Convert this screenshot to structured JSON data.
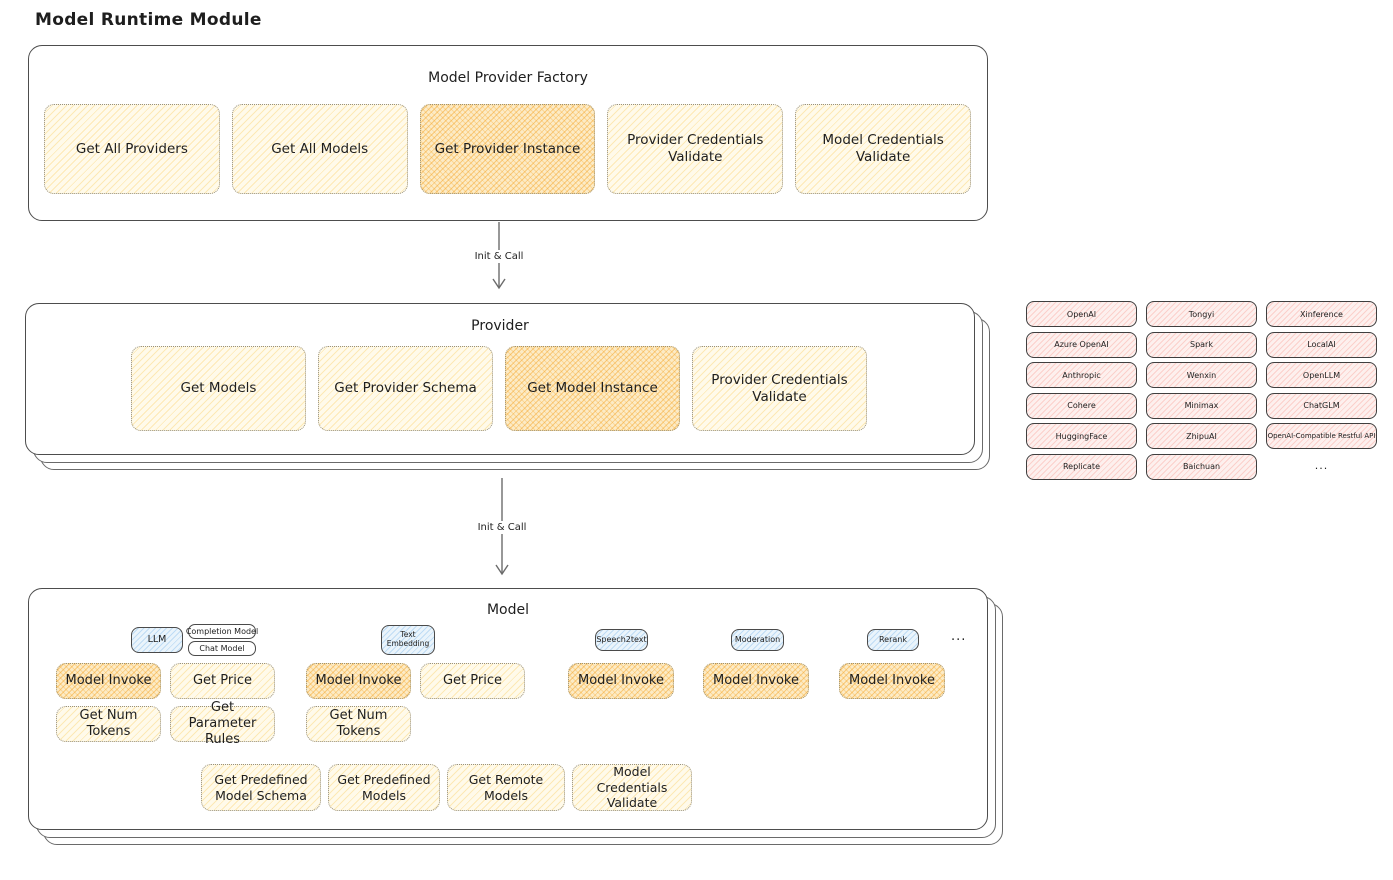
{
  "page": {
    "title": "Model Runtime Module"
  },
  "colors": {
    "yellow_fill": "#fdf5d7",
    "orange_highlight_fill": "#f8dfa8",
    "blue_tab_fill": "#ddeef8",
    "pink_provider_fill": "#fbe5e4",
    "box_border": "#4d4d4d",
    "text": "#1e1e1e"
  },
  "arrows": [
    {
      "label": "Init & Call"
    },
    {
      "label": "Init & Call"
    }
  ],
  "factory": {
    "title": "Model Provider Factory",
    "items": [
      {
        "label": "Get All Providers"
      },
      {
        "label": "Get All Models"
      },
      {
        "label": "Get Provider Instance"
      },
      {
        "label": "Provider Credentials Validate"
      },
      {
        "label": "Model Credentials Validate"
      }
    ]
  },
  "provider": {
    "title": "Provider",
    "items": [
      {
        "label": "Get Models"
      },
      {
        "label": "Get Provider Schema"
      },
      {
        "label": "Get Model Instance"
      },
      {
        "label": "Provider Credentials Validate"
      }
    ]
  },
  "provider_list": {
    "col1": [
      "OpenAI",
      "Azure OpenAI",
      "Anthropic",
      "Cohere",
      "HuggingFace",
      "Replicate"
    ],
    "col2": [
      "Tongyi",
      "Spark",
      "Wenxin",
      "Minimax",
      "ZhipuAI",
      "Baichuan"
    ],
    "col3": [
      "Xinference",
      "LocalAI",
      "OpenLLM",
      "ChatGLM",
      "OpenAI-Compatible Restful API"
    ],
    "more": "..."
  },
  "model": {
    "title": "Model",
    "ellipsis": "...",
    "groups": {
      "llm": {
        "tab": "LLM",
        "subtab1": "Completion Model",
        "subtab2": "Chat Model",
        "invoke": "Model Invoke",
        "price": "Get Price",
        "tokens": "Get Num Tokens",
        "rules": "Get Parameter Rules"
      },
      "embedding": {
        "tab": "Text Embedding",
        "invoke": "Model Invoke",
        "price": "Get Price",
        "tokens": "Get Num Tokens"
      },
      "speech": {
        "tab": "Speech2text",
        "invoke": "Model Invoke"
      },
      "moderation": {
        "tab": "Moderation",
        "invoke": "Model Invoke"
      },
      "rerank": {
        "tab": "Rerank",
        "invoke": "Model Invoke"
      }
    },
    "bottom": [
      "Get Predefined Model Schema",
      "Get Predefined Models",
      "Get Remote Models",
      "Model Credentials Validate"
    ]
  }
}
